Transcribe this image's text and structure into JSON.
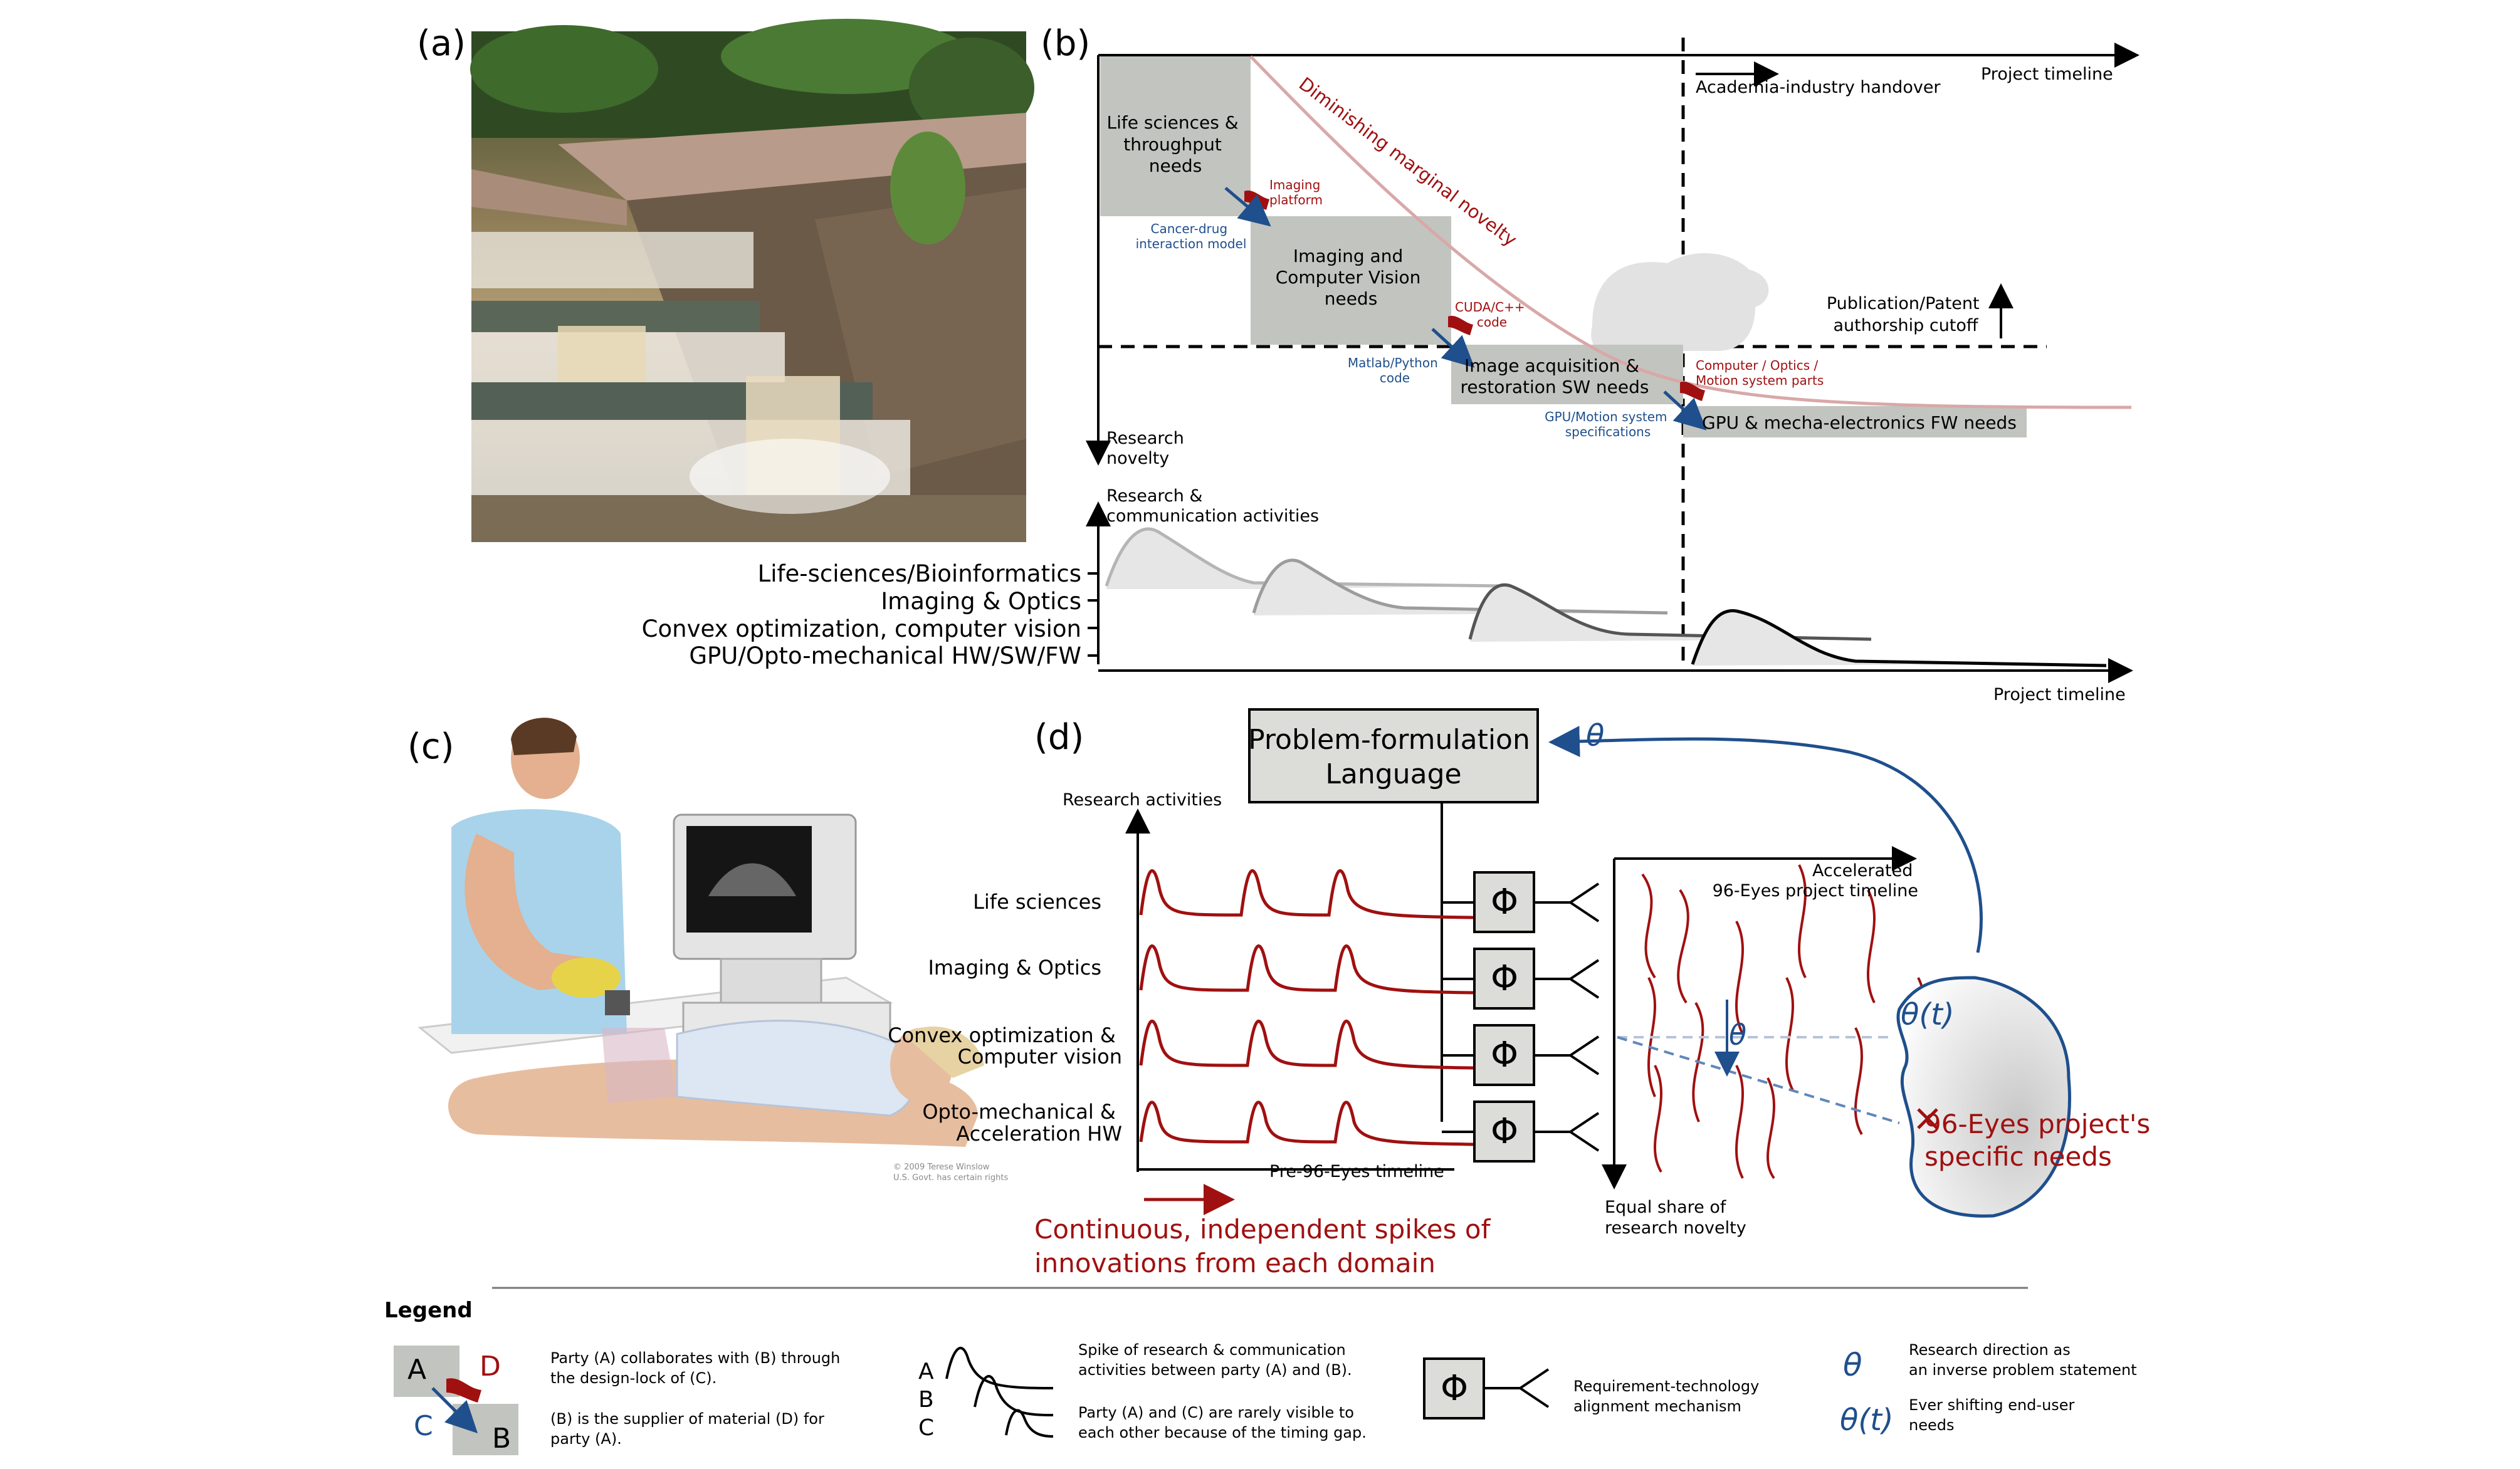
{
  "panels": {
    "a": "(a)",
    "b": "(b)",
    "c": "(c)",
    "d": "(d)"
  },
  "b": {
    "project_timeline": "Project timeline",
    "handover": "Academia-industry handover",
    "diminishing": "Diminishing marginal novelty",
    "box1": [
      "Life sciences &",
      "throughput",
      "needs"
    ],
    "box2": [
      "Imaging and",
      "Computer Vision",
      "needs"
    ],
    "box3": [
      "Image acquisition &",
      "restoration SW needs"
    ],
    "box4": "GPU & mecha-electronics FW needs",
    "red1": [
      "Imaging",
      "platform"
    ],
    "blue1": [
      "Cancer-drug",
      "interaction model"
    ],
    "red2": [
      "CUDA/C++",
      "code"
    ],
    "blue2": [
      "Matlab/Python",
      "code"
    ],
    "red3": [
      "Computer / Optics /",
      "Motion system parts"
    ],
    "blue3": [
      "GPU/Motion system",
      "specifications"
    ],
    "publication": [
      "Publication/Patent",
      "authorship cutoff"
    ],
    "research_novelty": [
      "Research",
      "novelty"
    ],
    "research_comm": [
      "Research &",
      "communication activities"
    ],
    "rows": [
      "Life-sciences/Bioinformatics",
      "Imaging & Optics",
      "Convex optimization, computer vision",
      "GPU/Opto-mechanical HW/SW/FW"
    ],
    "timeline2": "Project timeline"
  },
  "c": {
    "copyright": [
      "© 2009 Terese Winslow",
      "U.S. Govt. has certain rights"
    ]
  },
  "d": {
    "pfl": [
      "Problem-formulation",
      "Language"
    ],
    "theta": "θ",
    "research_activities": "Research activities",
    "rows": [
      [
        "Life sciences"
      ],
      [
        "Imaging & Optics"
      ],
      [
        "Convex optimization &",
        "Computer vision"
      ],
      [
        "Opto-mechanical &",
        "Acceleration HW"
      ]
    ],
    "phi": "Φ",
    "pre_timeline": "Pre-96-Eyes timeline",
    "accelerated": [
      "Accelerated",
      "96-Eyes project timeline"
    ],
    "equal_share": [
      "Equal share of",
      "research novelty"
    ],
    "theta_t": "θ(t)",
    "specific": [
      "96-Eyes project's",
      "specific needs"
    ],
    "continuous": [
      "Continuous, independent spikes of",
      "innovations from each domain"
    ]
  },
  "legend": {
    "title": "Legend",
    "A": "A",
    "B": "B",
    "C": "C",
    "D": "D",
    "t1": [
      "Party (A) collaborates with (B) through",
      "the design-lock of (C)."
    ],
    "t2": [
      "(B) is the supplier of material (D) for",
      "party (A)."
    ],
    "t3": [
      "Spike of research & communication",
      "activities between party (A) and (B)."
    ],
    "t4": [
      "Party (A) and (C) are rarely visible to",
      "each other because of the timing gap."
    ],
    "phi": "Φ",
    "t5": [
      "Requirement-technology",
      "alignment mechanism"
    ],
    "theta": "θ",
    "t6": [
      "Research direction as",
      "an inverse problem statement"
    ],
    "theta_t": "θ(t)",
    "t7": [
      "Ever shifting end-user",
      "needs"
    ]
  },
  "colors": {
    "gray_box": "#c2c4bf",
    "red": "#a01010",
    "blue": "#1f4f8c",
    "pink": "#d9a8a8"
  }
}
